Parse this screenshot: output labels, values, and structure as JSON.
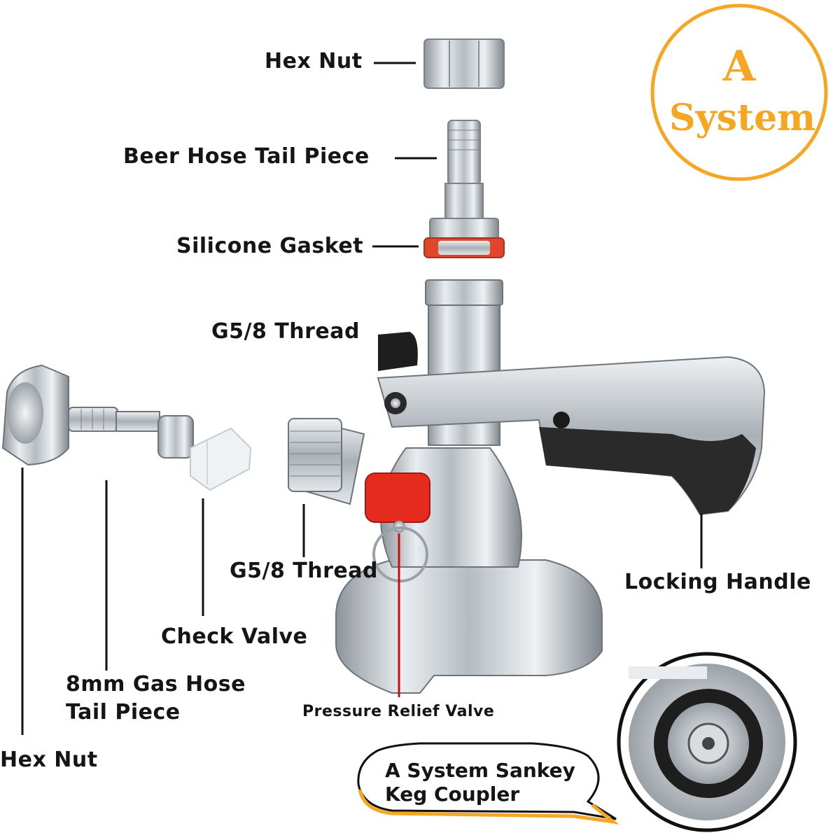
{
  "badge": {
    "line1": "A",
    "line2": "System",
    "color": "#f5a623"
  },
  "labels": {
    "hex_nut_top": "Hex Nut",
    "beer_hose_tail": "Beer Hose Tail Piece",
    "silicone_gasket": "Silicone Gasket",
    "g58_thread_top": "G5/8 Thread",
    "g58_thread_side": "G5/8 Thread",
    "locking_handle": "Locking Handle",
    "check_valve": "Check Valve",
    "gas_hose_tail_line1": "8mm Gas Hose",
    "gas_hose_tail_line2": "Tail Piece",
    "hex_nut_left": "Hex Nut",
    "pressure_relief_valve": "Pressure Relief Valve"
  },
  "bubble": {
    "line1": "A System Sankey",
    "line2": "Keg Coupler"
  },
  "colors": {
    "gasket_red": "#e0462c",
    "valve_red": "#e52b1e",
    "steel": "#c9ced3",
    "handle_dark": "#2a2a2a"
  }
}
